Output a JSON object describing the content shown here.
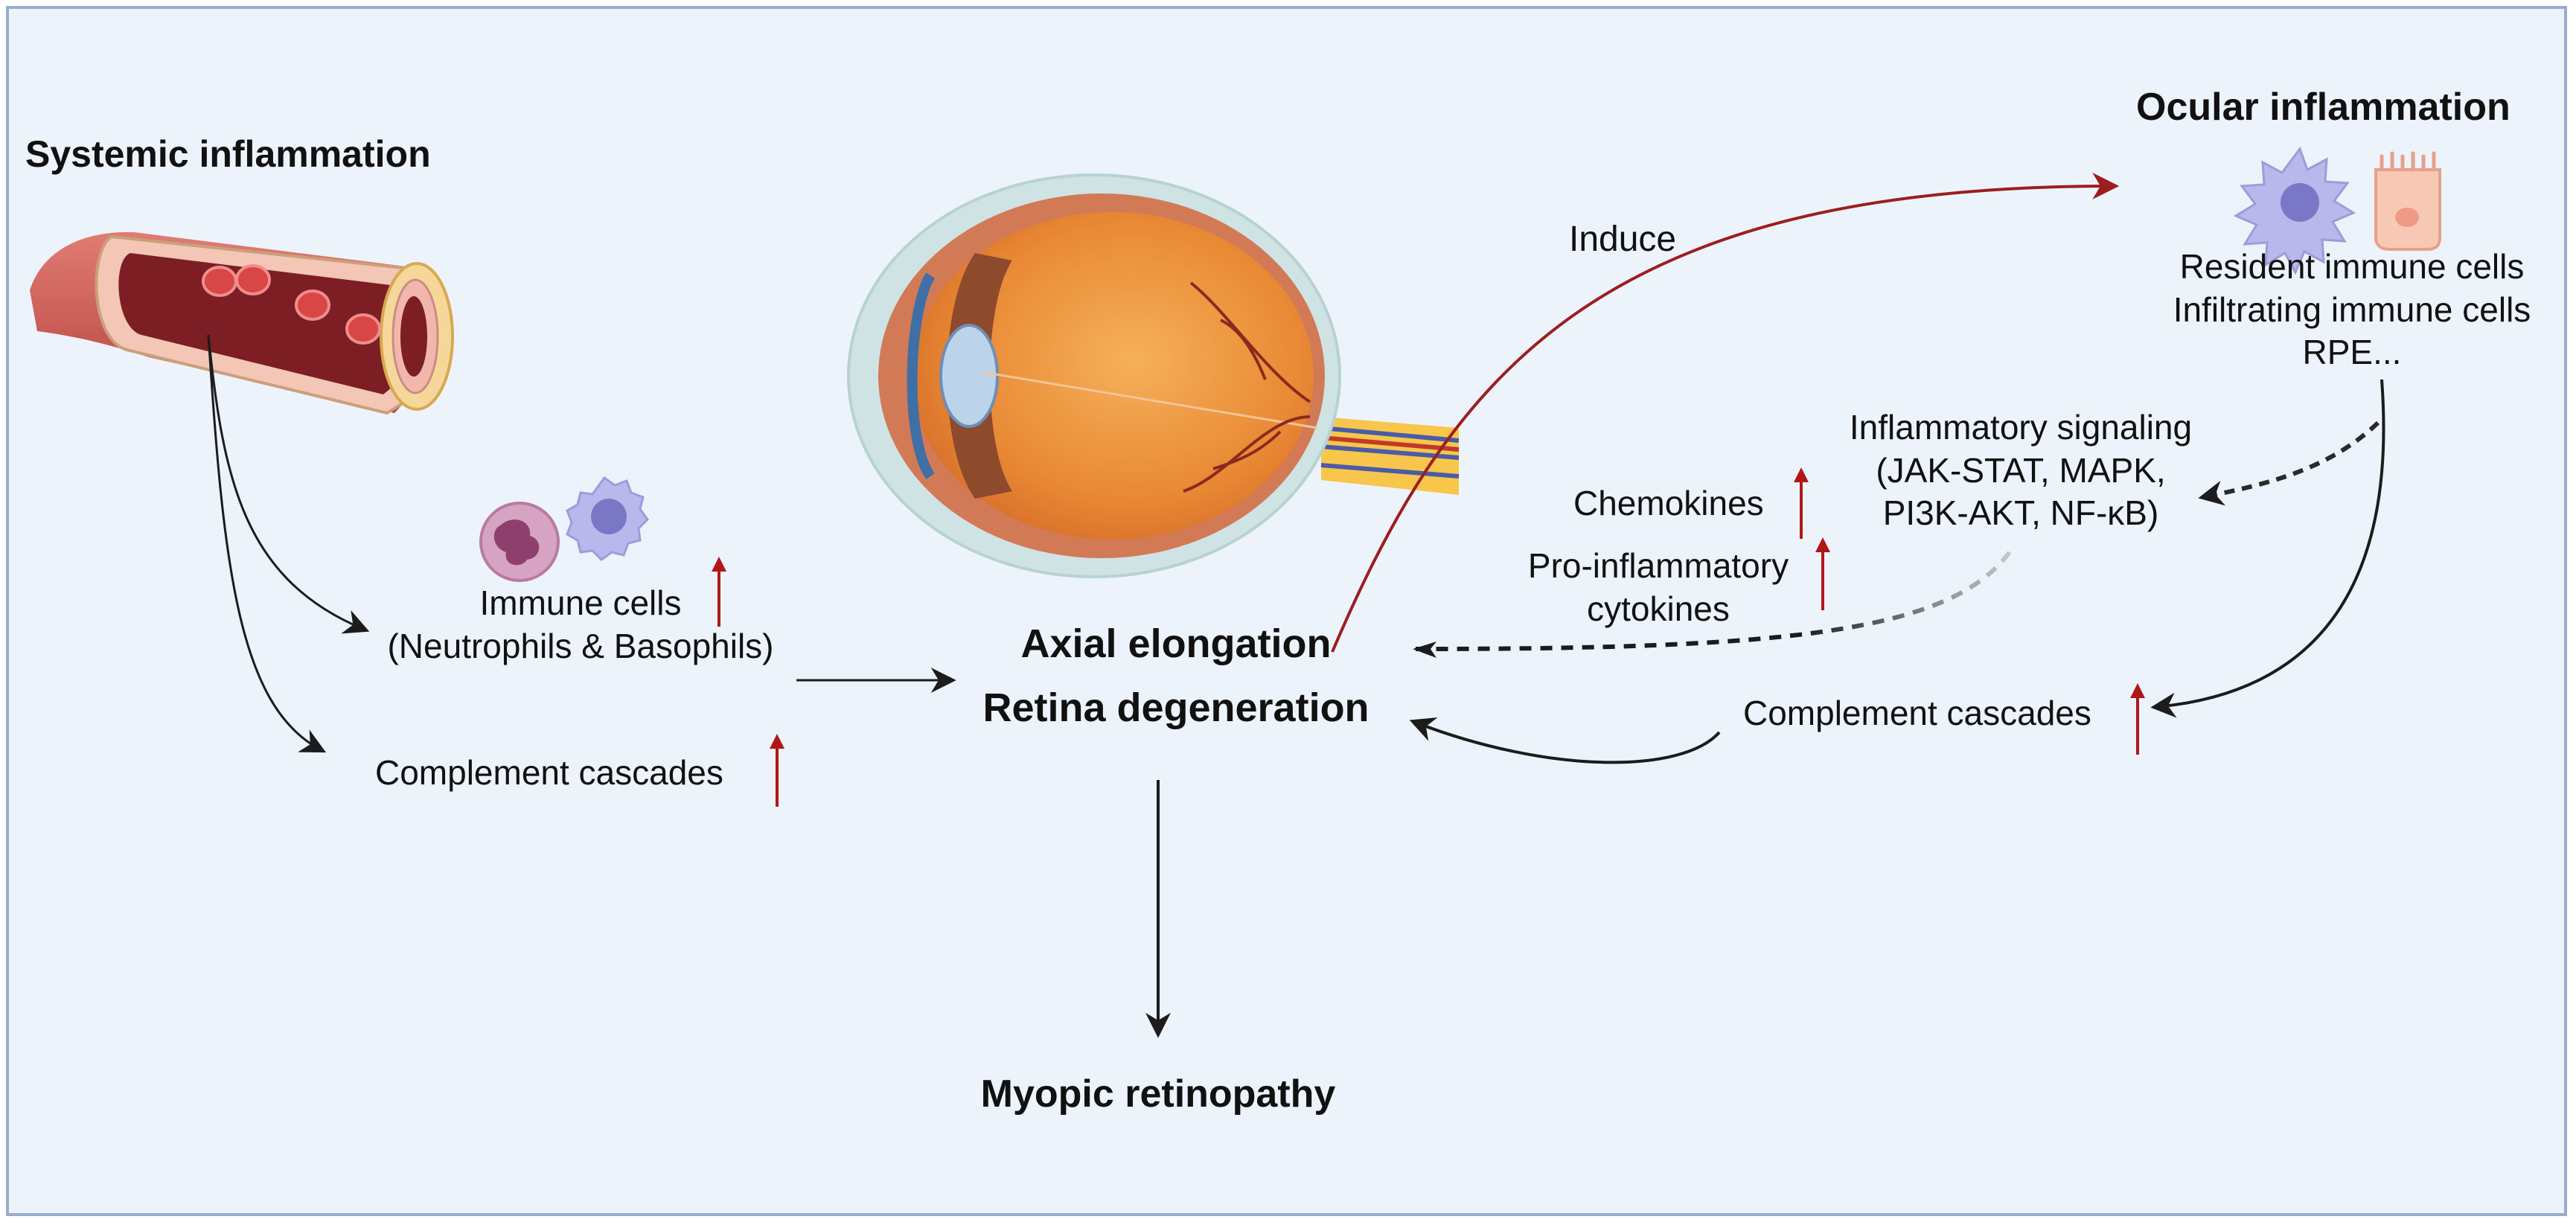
{
  "systemic": {
    "title": "Systemic inflammation",
    "immune_cells_line1": "Immune cells",
    "immune_cells_line2": "(Neutrophils & Basophils)",
    "complement": "Complement cascades"
  },
  "center": {
    "axial": "Axial elongation",
    "retina": "Retina degeneration",
    "outcome": "Myopic retinopathy"
  },
  "ocular": {
    "title": "Ocular inflammation",
    "induce": "Induce",
    "cells_line1": "Resident immune cells",
    "cells_line2": "Infiltrating immune cells",
    "cells_line3": "RPE...",
    "signaling_line1": "Inflammatory signaling",
    "signaling_line2": "(JAK-STAT, MAPK,",
    "signaling_line3": "PI3K-AKT, NF-κB)",
    "chemokines": "Chemokines",
    "cytokines_line1": "Pro-inflammatory",
    "cytokines_line2": "cytokines",
    "complement": "Complement cascades"
  },
  "colors": {
    "background": "#edf3fb",
    "border": "#9aaccc",
    "increase_arrow": "#b01818",
    "induce_arrow": "#9c1e1e",
    "dark_arrow": "#1c1c1c"
  },
  "icons": [
    "blood-vessel-icon",
    "neutrophil-icon",
    "basophil-icon",
    "eye-anatomy-icon",
    "resident-immune-cell-icon",
    "rpe-cell-icon"
  ]
}
